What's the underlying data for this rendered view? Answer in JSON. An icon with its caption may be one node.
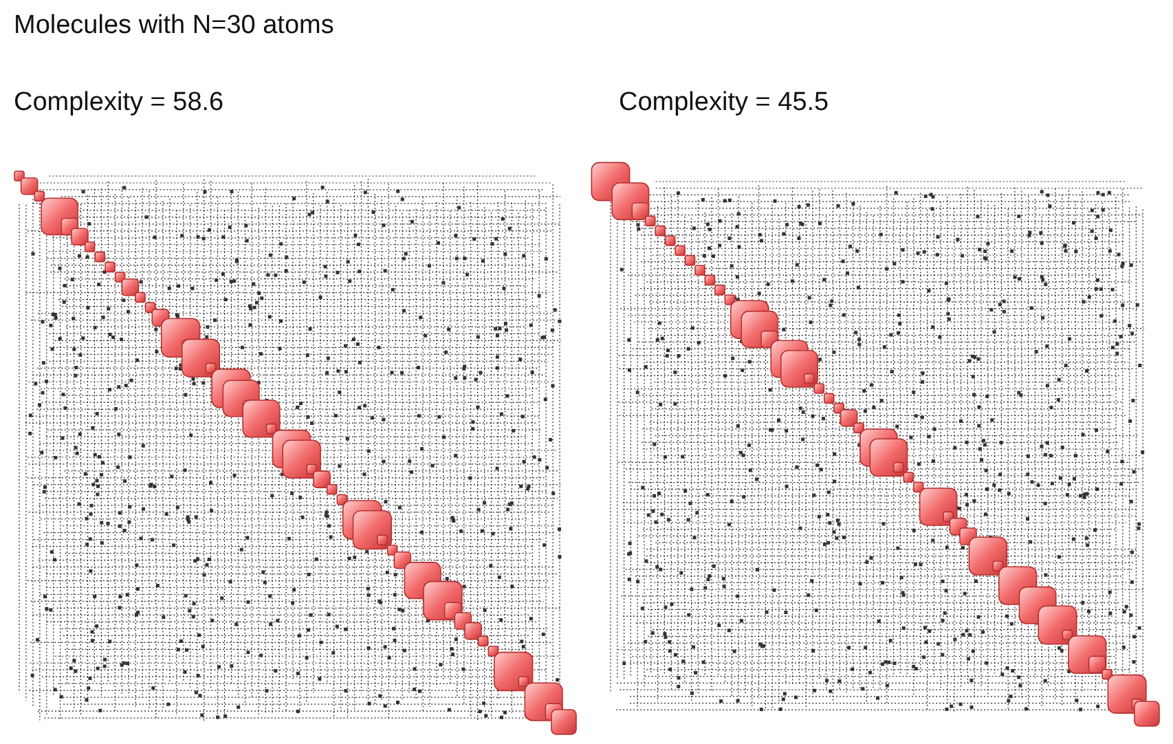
{
  "diagram": {
    "title": "Molecules with N=30 atoms",
    "labels": [
      "Complexity = 58.6",
      "Complexity = 45.5"
    ]
  }
}
